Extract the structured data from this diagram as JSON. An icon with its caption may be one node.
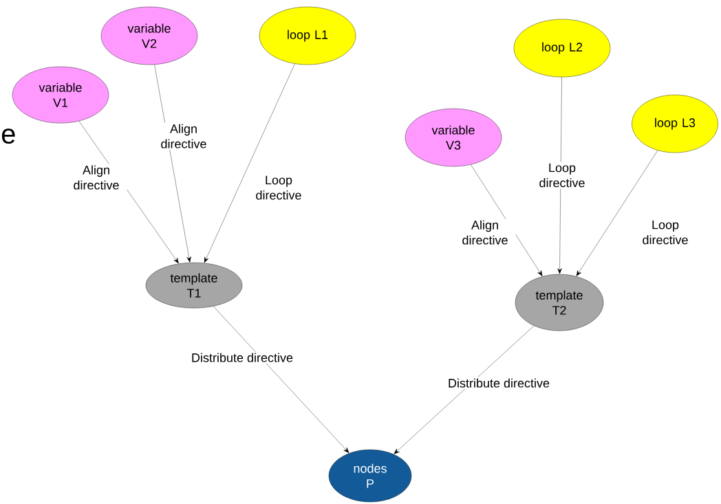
{
  "diagram": {
    "nodes": [
      {
        "text": [
          "variable V1"
        ]
      },
      {
        "text": [
          "variable V2"
        ]
      },
      {
        "text": [
          "loop L1"
        ]
      },
      {
        "text": [
          "variable V3"
        ]
      },
      {
        "text": [
          "loop L2"
        ]
      },
      {
        "text": [
          "loop L3"
        ]
      },
      {
        "text": [
          "template T1"
        ]
      },
      {
        "text": [
          "template T2"
        ]
      },
      {
        "text": [
          "nodes P"
        ]
      }
    ],
    "edges": [
      {
        "from": 0,
        "to": 6,
        "arrow": "to",
        "label": "Align directive"
      },
      {
        "from": 1,
        "to": 6,
        "arrow": "to",
        "label": "Align directive"
      },
      {
        "from": 2,
        "to": 6,
        "arrow": "to",
        "label": "Loop directive"
      },
      {
        "from": 3,
        "to": 7,
        "arrow": "to",
        "label": "Align directive"
      },
      {
        "from": 4,
        "to": 7,
        "arrow": "to",
        "label": "Loop directive"
      },
      {
        "from": 5,
        "to": 7,
        "arrow": "to",
        "label": "Loop directive"
      },
      {
        "from": 6,
        "to": 8,
        "arrow": "to",
        "label": "Distribute directive"
      },
      {
        "from": 7,
        "to": 8,
        "arrow": "to",
        "label": "Distribute directive"
      }
    ],
    "labels": [
      "e"
    ]
  }
}
